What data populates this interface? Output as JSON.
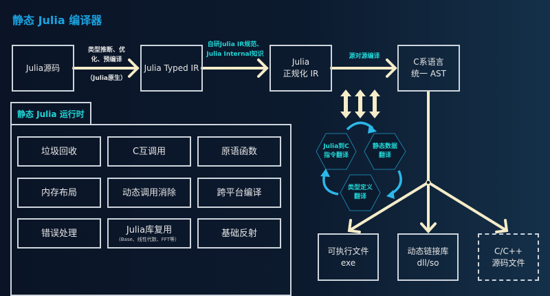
{
  "title": "静态 Julia 编译器",
  "pipeline": {
    "source": "Julia源码",
    "typed_ir": "Julia Typed IR",
    "norm_ir_1": "Julia",
    "norm_ir_2": "正规化 IR",
    "ast_1": "C系语言",
    "ast_2": "统一 AST",
    "edge1_top_1": "类型推断、优",
    "edge1_top_2": "化、预编译",
    "edge1_bottom": "（Julia原生）",
    "edge2_1": "自研Julia IR规范、",
    "edge2_2": "Julia Internal知识",
    "edge3": "源对源编译"
  },
  "runtime": {
    "tab": "静态 Julia 运行时",
    "items": [
      {
        "label": "垃圾回收"
      },
      {
        "label": "C互调用"
      },
      {
        "label": "原语函数"
      },
      {
        "label": "内存布局"
      },
      {
        "label": "动态调用消除"
      },
      {
        "label": "跨平台编译"
      },
      {
        "label": "错误处理"
      },
      {
        "label": "Julia库复用",
        "sub": "(Base、线性代数、FFT等）"
      },
      {
        "label": "基础反射"
      }
    ]
  },
  "translation": [
    {
      "l1": "Julia到C",
      "l2": "指令翻译"
    },
    {
      "l1": "静态数据",
      "l2": "翻译"
    },
    {
      "l1": "类型定义",
      "l2": "翻译"
    }
  ],
  "outputs": [
    {
      "l1": "可执行文件",
      "l2": "exe"
    },
    {
      "l1": "动态链接库",
      "l2": "dll/so"
    },
    {
      "l1": "C/C++",
      "l2": "源码文件"
    }
  ],
  "colors": {
    "accent": "#1aa3e0",
    "cyan": "#21d4d4",
    "arrow": "#f5ecc8",
    "line": "#cfd6de"
  }
}
